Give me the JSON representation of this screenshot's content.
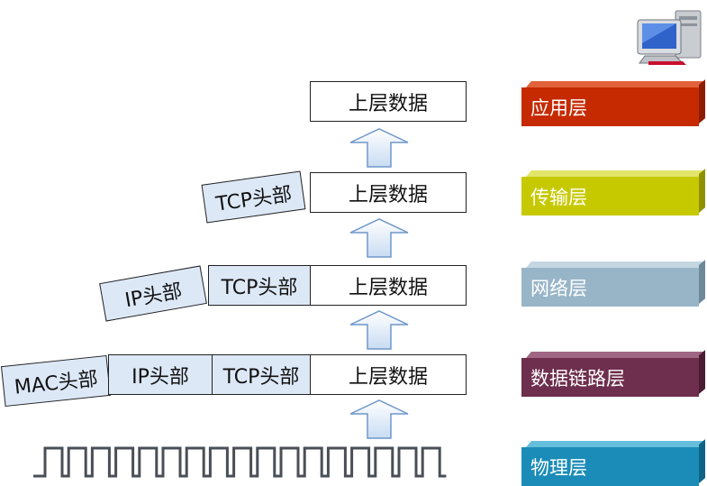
{
  "layers": [
    {
      "label": "应用层",
      "color": "#c62a00",
      "top": "#e0613a",
      "side": "#8e1c00"
    },
    {
      "label": "传输层",
      "color": "#c7c900",
      "top": "#e3e56a",
      "side": "#8f9100"
    },
    {
      "label": "网络层",
      "color": "#98b5c8",
      "top": "#c4d6e2",
      "side": "#6d8899"
    },
    {
      "label": "数据链路层",
      "color": "#6e2e4d",
      "top": "#a06684",
      "side": "#4a1d33"
    },
    {
      "label": "物理层",
      "color": "#1b8cb8",
      "top": "#66bedd",
      "side": "#0f6485"
    }
  ],
  "packets": {
    "data": "上层数据",
    "tcp": "TCP头部",
    "ip": "IP头部",
    "mac": "MAC头部"
  },
  "icons": {
    "computer": "computer-icon",
    "arrow": "up-arrow-icon",
    "signal": "square-wave-signal"
  }
}
